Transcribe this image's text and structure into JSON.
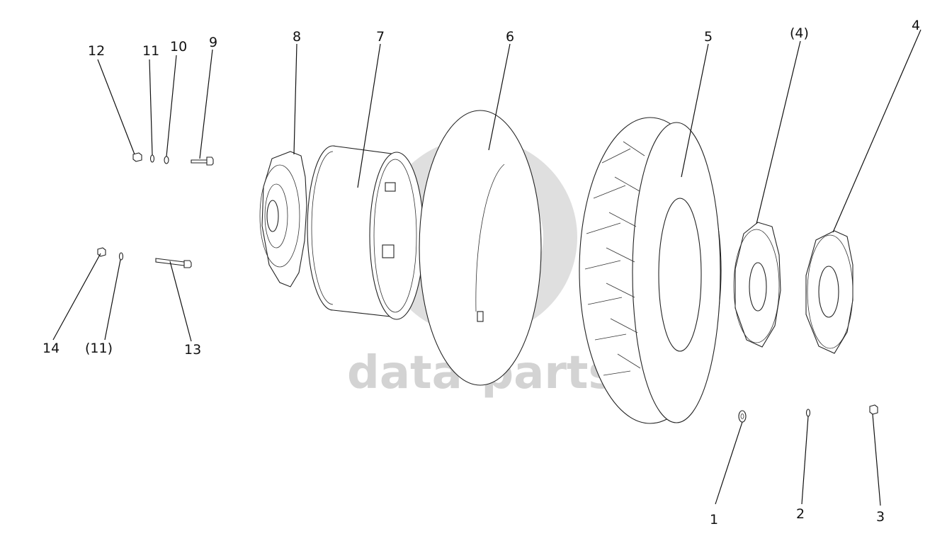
{
  "watermark": {
    "text": "data-parts",
    "color": "#d0d0d0"
  },
  "callouts": [
    "12",
    "11",
    "10",
    "9",
    "8",
    "7",
    "6",
    "5",
    "(4)",
    "4",
    "14",
    "(11)",
    "13",
    "1",
    "2",
    "3"
  ],
  "parts": [
    {
      "icon": "nut-icon"
    },
    {
      "icon": "lock-washer-icon"
    },
    {
      "icon": "washer-icon"
    },
    {
      "icon": "bolt-icon"
    },
    {
      "icon": "hub-flange-icon"
    },
    {
      "icon": "rim-icon"
    },
    {
      "icon": "inner-tube-icon"
    },
    {
      "icon": "tractor-tyre-icon"
    },
    {
      "icon": "wheel-weight-icon"
    },
    {
      "icon": "stud-bolt-icon"
    }
  ]
}
